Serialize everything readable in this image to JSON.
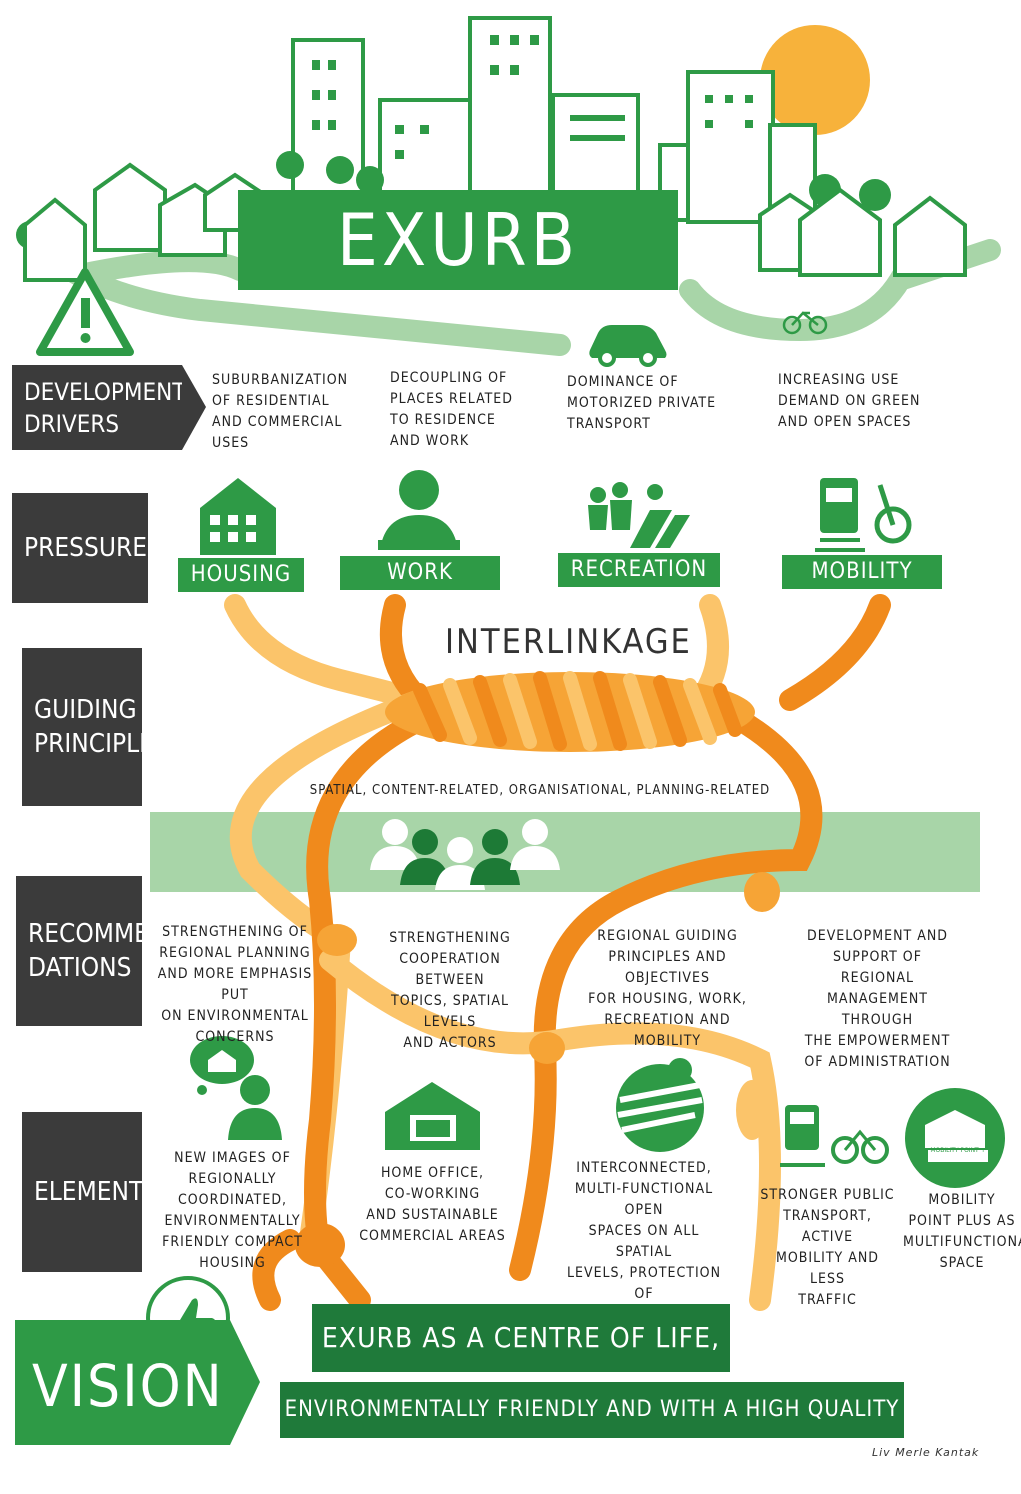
{
  "title": "EXURB",
  "labels": {
    "drivers": "DEVELOPMENT\nDRIVERS",
    "pressures": "PRESSURES",
    "guiding": "GUIDING\nPRINCIPLE",
    "recommendations": "RECOMMEN-\nDATIONS",
    "elements": "ELEMENTS",
    "vision": "VISION"
  },
  "drivers": [
    "SUBURBANIZATION\nOF RESIDENTIAL\nAND COMMERCIAL\nUSES",
    "DECOUPLING OF\nPLACES RELATED\nTO RESIDENCE\nAND WORK",
    "DOMINANCE OF\nMOTORIZED PRIVATE\nTRANSPORT",
    "INCREASING USE\nDEMAND ON GREEN\nAND OPEN SPACES"
  ],
  "pressures": [
    "HOUSING",
    "WORK",
    "RECREATION",
    "MOBILITY"
  ],
  "interlinkage": "INTERLINKAGE",
  "interlinkage_types": "SPATIAL, CONTENT-RELATED, ORGANISATIONAL, PLANNING-RELATED",
  "recommendations": [
    "STRENGTHENING OF\nREGIONAL PLANNING\nAND MORE EMPHASIS PUT\nON ENVIRONMENTAL\nCONCERNS",
    "STRENGTHENING\nCOOPERATION BETWEEN\nTOPICS, SPATIAL LEVELS\nAND ACTORS",
    "REGIONAL GUIDING\nPRINCIPLES AND OBJECTIVES\nFOR HOUSING, WORK,\nRECREATION AND MOBILITY",
    "DEVELOPMENT AND\nSUPPORT OF REGIONAL\nMANAGEMENT THROUGH\nTHE EMPOWERMENT\nOF ADMINISTRATION"
  ],
  "elements": [
    "NEW IMAGES OF\nREGIONALLY COORDINATED,\nENVIRONMENTALLY\nFRIENDLY COMPACT\nHOUSING",
    "HOME OFFICE,\nCO-WORKING\nAND SUSTAINABLE\nCOMMERCIAL AREAS",
    "INTERCONNECTED,\nMULTI-FUNCTIONAL OPEN\nSPACES ON ALL SPATIAL\nLEVELS, PROTECTION OF\nQUIET AREAS",
    "STRONGER PUBLIC\nTRANSPORT, ACTIVE\nMOBILITY AND LESS\nTRAFFIC",
    "MOBILITY\nPOINT PLUS AS\nMULTIFUNCTIONAL\nSPACE"
  ],
  "mobility_point_sign": "MOBILITY POINT +",
  "vision": {
    "line1": "EXURB AS A CENTRE OF LIFE,",
    "line2": "ENVIRONMENTALLY FRIENDLY AND WITH A HIGH QUALITY OF LIFE"
  },
  "signature": "Liv Merle Kantak",
  "colors": {
    "green": "#2e9a46",
    "light_green": "#a8d5a8",
    "dark_label": "#3b3b3b",
    "orange": "#f08a1c",
    "light_orange": "#fbc46a",
    "sun": "#f7b23b"
  },
  "icons": [
    "warning-icon",
    "car-icon",
    "bicycle-icon",
    "house-icon",
    "worker-icon",
    "family-icon",
    "train-bike-icon",
    "people-group-icon",
    "thought-house-icon",
    "home-office-icon",
    "fields-icon",
    "mobility-point-icon",
    "thumbs-up-icon"
  ]
}
